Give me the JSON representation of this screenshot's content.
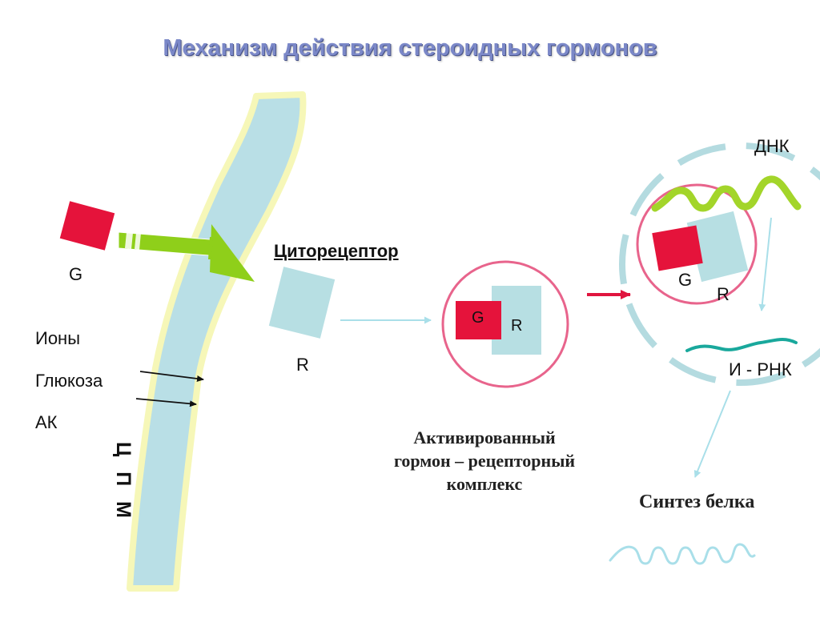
{
  "title": "Механизм действия стероидных гормонов",
  "membrane": {
    "label": "Ц П М"
  },
  "hormone": {
    "label": "G"
  },
  "receptor": {
    "label": "R",
    "caption": "Циторецептор"
  },
  "transport": {
    "items": [
      "Ионы",
      "Глюкоза",
      "АК"
    ]
  },
  "complex": {
    "hormone_label": "G",
    "receptor_label": "R",
    "caption_lines": [
      "Активированный",
      "гормон – рецепторный",
      "комплекс"
    ]
  },
  "nucleus": {
    "hormone_label": "G",
    "receptor_label": "R",
    "dna_label": "ДНК",
    "mrna_label": "И - РНК"
  },
  "protein": {
    "label": "Синтез белка"
  },
  "colors": {
    "title": "#7b88c8",
    "hormone": "#e5133b",
    "receptor": "#b7dfe3",
    "membrane": "#b9dfe6",
    "membrane_glow": "#f6f7b8",
    "arrow": "#8fcf1a",
    "ring": "#e8648c",
    "nucleus_dash": "#b4dbe0",
    "dna": "#a3d52a",
    "mrna": "#19a89c",
    "thin_arrow": "#a9dfe9",
    "red_arrow": "#e0153f"
  }
}
